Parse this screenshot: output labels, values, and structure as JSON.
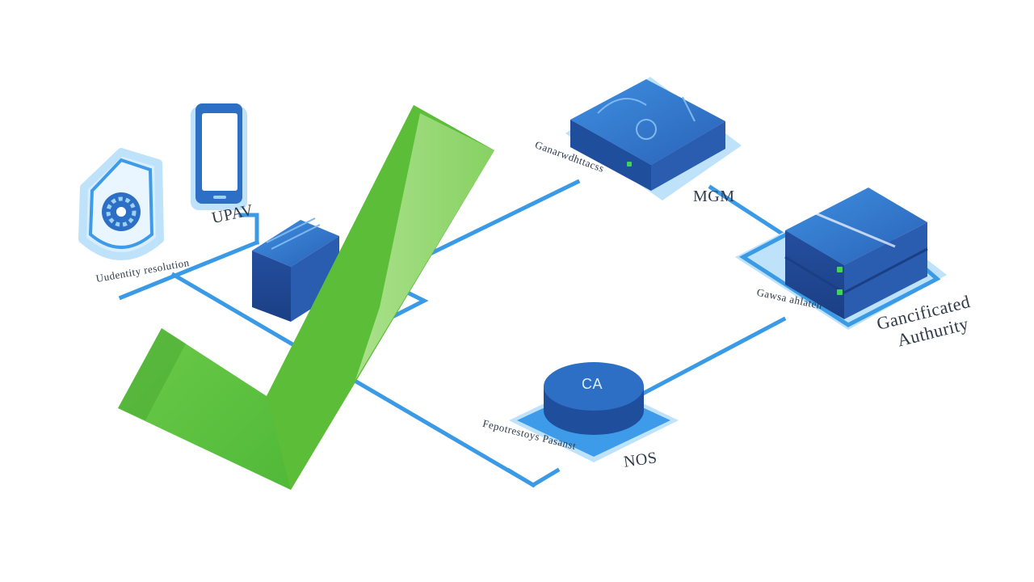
{
  "colors": {
    "blue_dark": "#1f4f9c",
    "blue_mid": "#2d6fc4",
    "blue_light": "#3d9be9",
    "line": "#3a9ae6",
    "halo": "#bfe2fb",
    "check_green": "#5cc43a",
    "check_dark": "#3a9a2a",
    "led_green": "#43d35a"
  },
  "icons": {
    "shield": "shield-gear-icon",
    "phone": "smartphone-icon",
    "client_server": "server-icon",
    "top_server": "server-box-icon",
    "right_server": "server-rack-icon",
    "ca_disk": "database-disk-icon",
    "check": "checkmark-icon"
  },
  "labels": {
    "shield": "Uudentity resolution",
    "phone": "UPAV",
    "top_server": "Ganarwdhttacss",
    "mgm": "MGM",
    "right_server_small": "Gawsa ahlaten",
    "right_server_line1": "Gancificated",
    "right_server_line2": "Authurity",
    "ca_disk": "CA",
    "ca_small": "Fepotrestoys Pasanst",
    "nos": "NOS"
  }
}
